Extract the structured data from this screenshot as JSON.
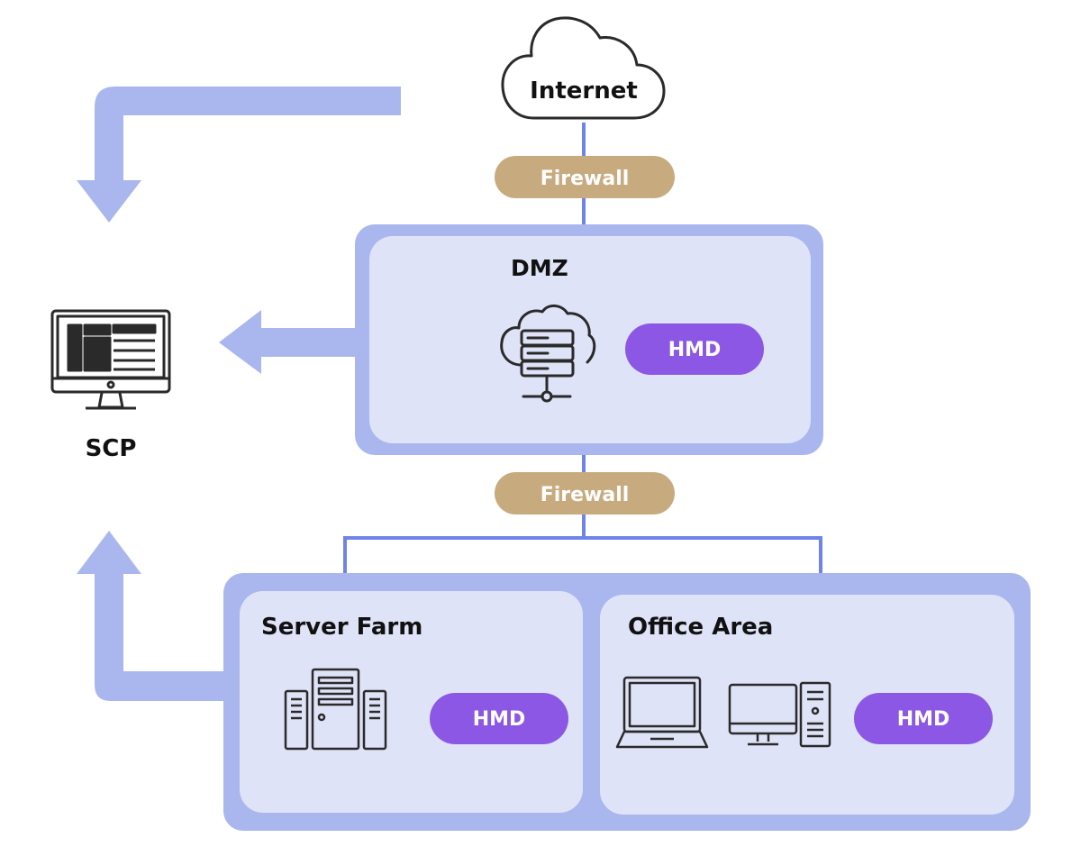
{
  "colors": {
    "arrow": "#aab7ef",
    "zone_outer": "#aab7ef",
    "zone_inner": "#dfe3f7",
    "line": "#6f84ea",
    "firewall": "#c8aa7f",
    "hmd": "#8b57e4",
    "icon_stroke": "#2a2a2a",
    "text": "#111111",
    "pill_text": "#ffffff"
  },
  "internet": {
    "label": "Internet",
    "icon": "cloud-icon"
  },
  "firewalls": [
    {
      "label": "Firewall"
    },
    {
      "label": "Firewall"
    }
  ],
  "dmz": {
    "title": "DMZ",
    "icon": "cloud-server-icon",
    "hmd_label": "HMD"
  },
  "scp": {
    "label": "SCP",
    "icon": "monitor-icon"
  },
  "server_farm": {
    "title": "Server Farm",
    "icon": "server-towers-icon",
    "hmd_label": "HMD"
  },
  "office_area": {
    "title": "Office Area",
    "icons": [
      "laptop-icon",
      "desktop-computer-icon"
    ],
    "hmd_label": "HMD"
  }
}
